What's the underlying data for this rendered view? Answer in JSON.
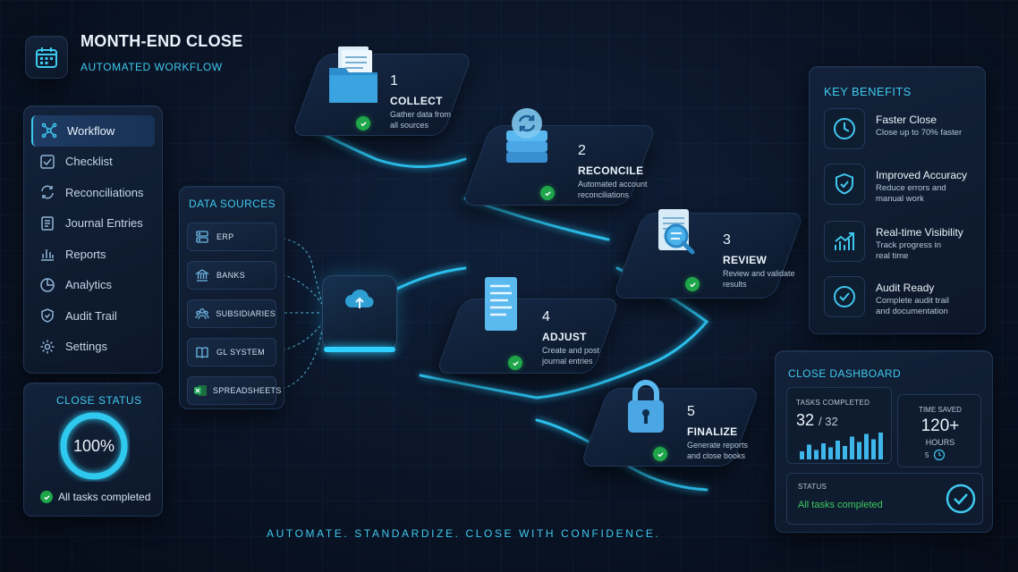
{
  "header": {
    "title": "MONTH-END CLOSE",
    "subtitle": "AUTOMATED WORKFLOW",
    "logo_icon": "calendar-icon"
  },
  "sidebar": {
    "items": [
      {
        "label": "Workflow",
        "icon": "workflow-icon",
        "active": true
      },
      {
        "label": "Checklist",
        "icon": "checklist-icon"
      },
      {
        "label": "Reconciliations",
        "icon": "sync-icon"
      },
      {
        "label": "Journal Entries",
        "icon": "journal-icon"
      },
      {
        "label": "Reports",
        "icon": "bar-chart-icon"
      },
      {
        "label": "Analytics",
        "icon": "pie-chart-icon"
      },
      {
        "label": "Audit Trail",
        "icon": "shield-icon"
      },
      {
        "label": "Settings",
        "icon": "gear-icon"
      }
    ]
  },
  "close_status": {
    "title": "CLOSE STATUS",
    "percent_label": "100%",
    "progress": 1.0,
    "footer": "All tasks completed"
  },
  "data_sources": {
    "title": "DATA SOURCES",
    "items": [
      {
        "label": "ERP",
        "icon": "server-icon"
      },
      {
        "label": "BANKS",
        "icon": "bank-icon"
      },
      {
        "label": "SUBSIDIARIES",
        "icon": "users-icon"
      },
      {
        "label": "GL SYSTEM",
        "icon": "book-icon"
      },
      {
        "label": "SPREADSHEETS",
        "icon": "excel-icon"
      }
    ],
    "hub_icon": "cloud-upload-icon"
  },
  "steps": [
    {
      "num": "1",
      "title": "COLLECT",
      "desc1": "Gather data from",
      "desc2": "all sources",
      "icon": "folder-icon"
    },
    {
      "num": "2",
      "title": "RECONCILE",
      "desc1": "Automated account",
      "desc2": "reconciliations",
      "icon": "sync-stack-icon"
    },
    {
      "num": "3",
      "title": "REVIEW",
      "desc1": "Review and validate",
      "desc2": "results",
      "icon": "magnifier-document-icon"
    },
    {
      "num": "4",
      "title": "ADJUST",
      "desc1": "Create and post",
      "desc2": "journal entries",
      "icon": "document-icon"
    },
    {
      "num": "5",
      "title": "FINALIZE",
      "desc1": "Generate reports",
      "desc2": "and close books",
      "icon": "lock-icon"
    }
  ],
  "benefits": {
    "title": "KEY BENEFITS",
    "items": [
      {
        "title": "Faster Close",
        "desc1": "Close up to 70% faster",
        "desc2": "",
        "icon": "clock-icon"
      },
      {
        "title": "Improved Accuracy",
        "desc1": "Reduce errors and",
        "desc2": "manual work",
        "icon": "shield-check-icon"
      },
      {
        "title": "Real-time Visibility",
        "desc1": "Track progress in",
        "desc2": "real time",
        "icon": "trend-chart-icon"
      },
      {
        "title": "Audit Ready",
        "desc1": "Complete audit trail",
        "desc2": "and documentation",
        "icon": "check-circle-icon"
      }
    ]
  },
  "dashboard": {
    "title": "CLOSE DASHBOARD",
    "tasks_label": "TASKS COMPLETED",
    "tasks_done": "32",
    "tasks_total": "/ 32",
    "time_saved_label": "TIME SAVED",
    "time_saved_value": "120+",
    "time_saved_unit": "HOURS",
    "stopwatch_text": "5",
    "status_label": "STATUS",
    "status_value": "All tasks completed",
    "bars": [
      0.3,
      0.55,
      0.35,
      0.6,
      0.45,
      0.7,
      0.5,
      0.85,
      0.65,
      0.95,
      0.75,
      1.0
    ]
  },
  "tagline": "AUTOMATE. STANDARDIZE. CLOSE WITH CONFIDENCE.",
  "colors": {
    "accent": "#3fc9ee",
    "success": "#1fa54a",
    "background": "#0a1426"
  }
}
